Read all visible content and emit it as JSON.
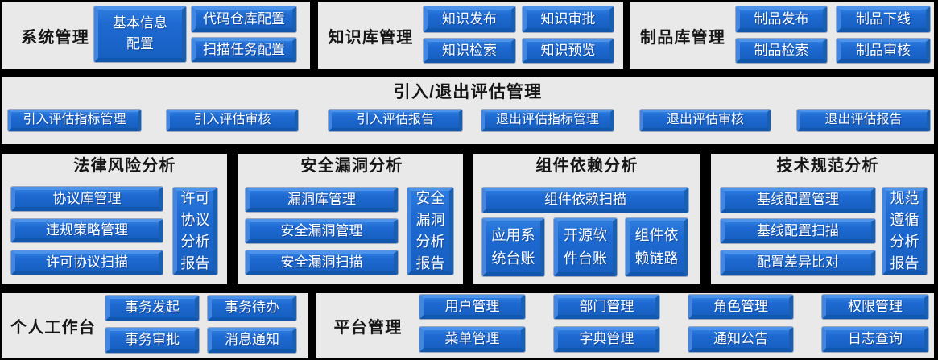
{
  "colors": {
    "background": "#000000",
    "panel_bg": "#e9e9e9",
    "button_blue": "#1b67d0",
    "button_bevel_light": "#4f92e8",
    "button_bevel_dark": "#0c4c9e",
    "button_text": "#ffffff",
    "title_text": "#161616"
  },
  "row1": {
    "system": {
      "title": "系统管理",
      "buttons": [
        {
          "label": "基本信息\n配置"
        },
        {
          "label": "代码仓库配置"
        },
        {
          "label": "扫描任务配置"
        }
      ]
    },
    "knowledge": {
      "title": "知识库管理",
      "buttons": [
        {
          "label": "知识发布"
        },
        {
          "label": "知识审批"
        },
        {
          "label": "知识检索"
        },
        {
          "label": "知识预览"
        }
      ]
    },
    "artifact": {
      "title": "制品库管理",
      "buttons": [
        {
          "label": "制品发布"
        },
        {
          "label": "制品下线"
        },
        {
          "label": "制品检索"
        },
        {
          "label": "制品审核"
        }
      ]
    }
  },
  "row2": {
    "title": "引入/退出评估管理",
    "buttons": [
      {
        "label": "引入评估指标管理"
      },
      {
        "label": "引入评估审核"
      },
      {
        "label": "引入评估报告"
      },
      {
        "label": "退出评估指标管理"
      },
      {
        "label": "退出评估审核"
      },
      {
        "label": "退出评估报告"
      }
    ]
  },
  "row3": {
    "legal": {
      "title": "法律风险分析",
      "buttons": [
        {
          "label": "协议库管理"
        },
        {
          "label": "违规策略管理"
        },
        {
          "label": "许可协议扫描"
        }
      ],
      "report": {
        "label": "许可\n协议\n分析\n报告"
      }
    },
    "security": {
      "title": "安全漏洞分析",
      "buttons": [
        {
          "label": "漏洞库管理"
        },
        {
          "label": "安全漏洞管理"
        },
        {
          "label": "安全漏洞扫描"
        }
      ],
      "report": {
        "label": "安全\n漏洞\n分析\n报告"
      }
    },
    "component": {
      "title": "组件依赖分析",
      "scan": {
        "label": "组件依赖扫描"
      },
      "buttons": [
        {
          "label": "应用系\n统台账"
        },
        {
          "label": "开源软\n件台账"
        },
        {
          "label": "组件依\n赖链路"
        }
      ]
    },
    "standard": {
      "title": "技术规范分析",
      "buttons": [
        {
          "label": "基线配置管理"
        },
        {
          "label": "基线配置扫描"
        },
        {
          "label": "配置差异比对"
        }
      ],
      "report": {
        "label": "规范\n遵循\n分析\n报告"
      }
    }
  },
  "row4": {
    "workbench": {
      "title": "个人工作台",
      "buttons": [
        {
          "label": "事务发起"
        },
        {
          "label": "事务待办"
        },
        {
          "label": "事务审批"
        },
        {
          "label": "消息通知"
        }
      ]
    },
    "platform": {
      "title": "平台管理",
      "buttons": [
        {
          "label": "用户管理"
        },
        {
          "label": "部门管理"
        },
        {
          "label": "角色管理"
        },
        {
          "label": "权限管理"
        },
        {
          "label": "菜单管理"
        },
        {
          "label": "字典管理"
        },
        {
          "label": "通知公告"
        },
        {
          "label": "日志查询"
        }
      ]
    }
  }
}
